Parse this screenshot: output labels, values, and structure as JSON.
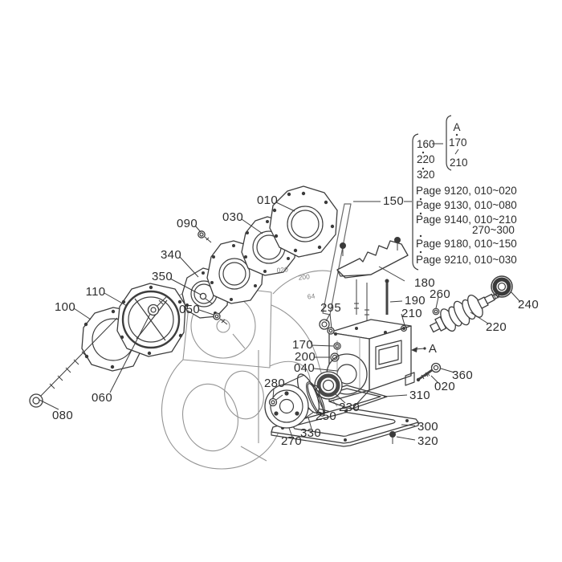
{
  "figure_type": "exploded-parts-diagram",
  "palette": {
    "background": "#ffffff",
    "line": "#3d3d3d",
    "faint_line": "#949494",
    "text": "#2d2d2d"
  },
  "callouts": {
    "c010": "010",
    "c020": "020",
    "c030": "030",
    "c040": "040",
    "c050": "050",
    "c060": "060",
    "c080": "080",
    "c090": "090",
    "c100": "100",
    "c110": "110",
    "c150": "150",
    "c170": "170",
    "c180": "180",
    "c190": "190",
    "c200": "200",
    "c210": "210",
    "c220": "220",
    "c230": "230",
    "c240": "240",
    "c250": "250",
    "c260": "260",
    "c270": "270",
    "c280": "280",
    "c295": "295",
    "c300": "300",
    "c310": "310",
    "c320": "320",
    "c330": "330",
    "c340": "340",
    "c350": "350",
    "c360": "360",
    "cA": "A"
  },
  "legend": {
    "items": {
      "i160": "160",
      "i220": "220",
      "i320": "320"
    },
    "pages": [
      "Page 9120, 010~020",
      "Page 9130, 010~080",
      "Page 9140, 010~210",
      "270~300",
      "Page 9180, 010~150",
      "Page 9210, 010~030"
    ],
    "sub": {
      "a": "A",
      "from": "170",
      "to": "210"
    }
  },
  "artifacts": {
    "a1": "020",
    "a2": "200",
    "a3": "64"
  }
}
